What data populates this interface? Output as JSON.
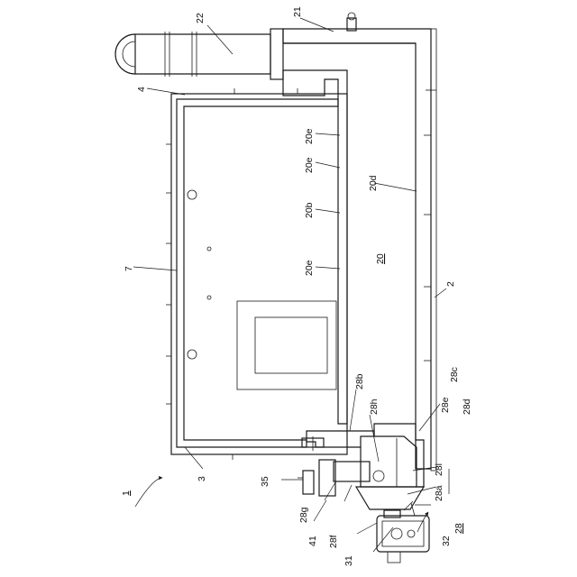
{
  "figure": {
    "labels": {
      "n1": "1",
      "n2": "2",
      "n3": "3",
      "n4": "4",
      "n7": "7",
      "n20": "20",
      "n20b": "20b",
      "n20d": "20d",
      "n20e_a": "20e",
      "n20e_b": "20e",
      "n20e_c": "20e",
      "n21": "21",
      "n22": "22",
      "n28": "28",
      "n28a": "28a",
      "n28b": "28b",
      "n28c": "28c",
      "n28d": "28d",
      "n28e": "28e",
      "n28f": "28f",
      "n28g": "28g",
      "n28h": "28h",
      "n28i": "28i",
      "n31": "31",
      "n32": "32",
      "n35": "35",
      "n41": "41"
    }
  }
}
